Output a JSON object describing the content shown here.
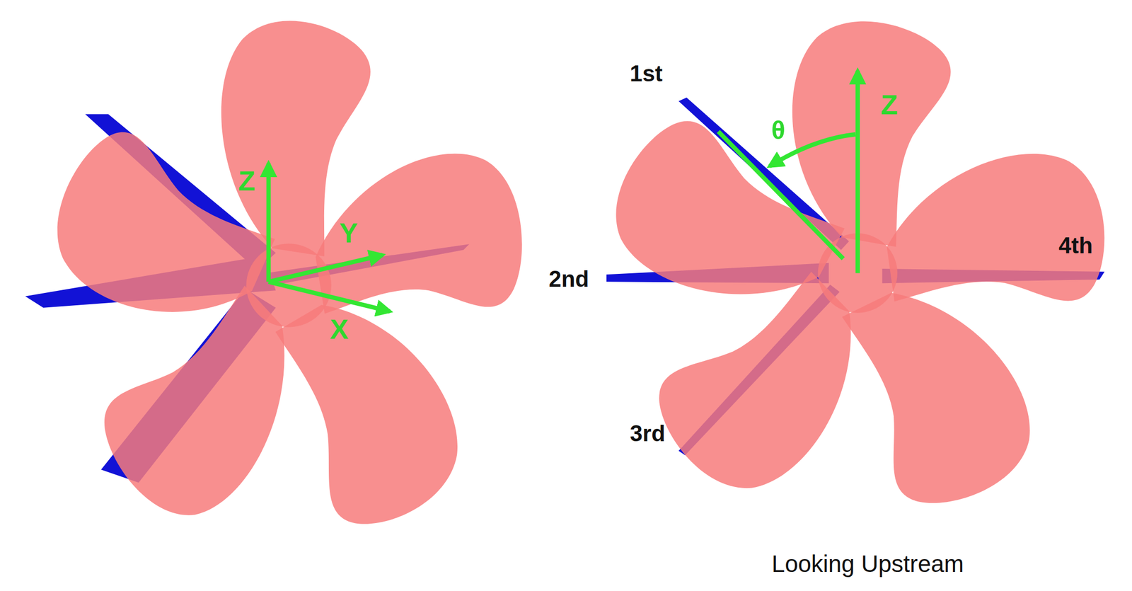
{
  "diagram": {
    "labels": [
      "Z",
      "Y",
      "X",
      "1st",
      "Z",
      "θ",
      "2nd",
      "4th",
      "3rd",
      "Looking Upstream"
    ]
  }
}
